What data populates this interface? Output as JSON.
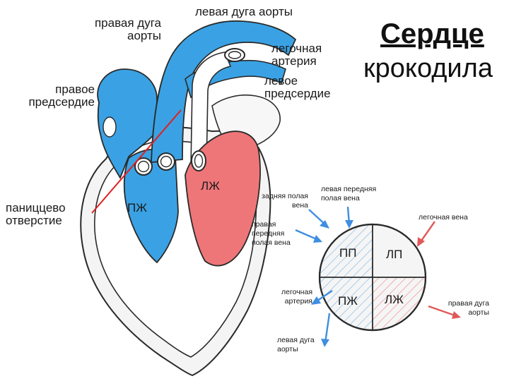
{
  "title": {
    "line1": "Сердце",
    "line2": "крокодила"
  },
  "heart_labels": {
    "right_arch": "правая дуга\nаорты",
    "left_arch": "левая дуга аорты",
    "pulm_artery": "легочная\nартерия",
    "left_atrium": "левое\nпредсердие",
    "right_atrium": "правое\nпредсердие",
    "panizza": "паниццево\nотверстие",
    "rv": "ПЖ",
    "lv": "ЛЖ"
  },
  "scheme_labels": {
    "post_vena": "задняя полая\nвена",
    "left_ant_vena": "левая передняя\nполая вена",
    "right_ant_vena": "правая\nпередняя\nполая вена",
    "pulm_vein": "легочная вена",
    "pulm_artery": "легочная\nартерия",
    "left_arch": "левая дуга\nаорты",
    "right_arch": "правая дуга\nаорты",
    "rp": "ПП",
    "lp": "ЛП",
    "rv": "ПЖ",
    "lv": "ЛЖ"
  },
  "colors": {
    "venous_blue": "#3aa2e4",
    "arterial_red": "#ef7678",
    "outline": "#2a2a2a",
    "arrow_blue": "#3f8ee0",
    "arrow_red": "#e0595a",
    "pointer_line": "#e02020",
    "chamber_bg": "#f5f5f5"
  },
  "icons": {
    "pointer": "red-pointer-line",
    "vessel_ring": "vessel-cross-section-ring"
  }
}
